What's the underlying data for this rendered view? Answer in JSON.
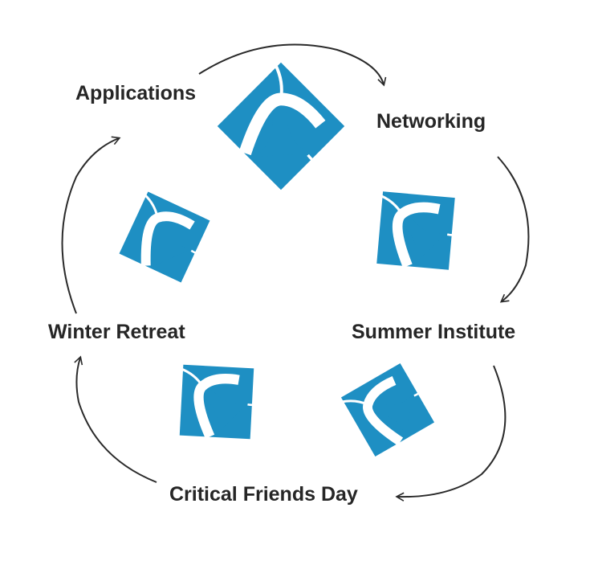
{
  "colors": {
    "logo": "#1e8fc3",
    "arrow": "#2a2a2a",
    "text": "#262626"
  },
  "stages": [
    {
      "label": "Applications"
    },
    {
      "label": "Networking"
    },
    {
      "label": "Summer Institute"
    },
    {
      "label": "Critical Friends Day"
    },
    {
      "label": "Winter Retreat"
    }
  ]
}
